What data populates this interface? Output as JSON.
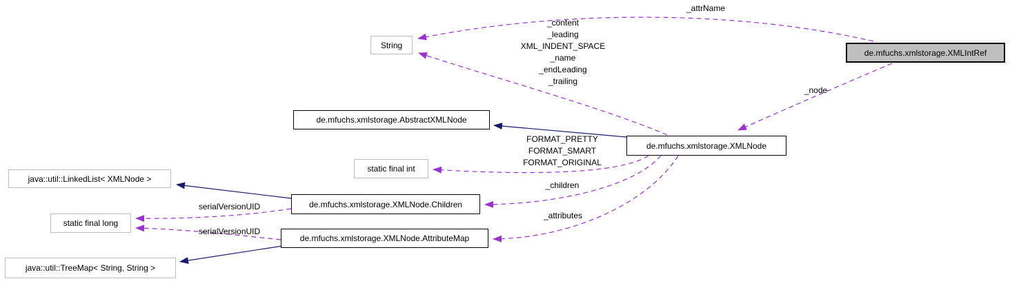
{
  "diagram": {
    "kind": "collaboration-graph",
    "colors": {
      "inheritance": "#191970",
      "usage": "#9a32cd",
      "node_border": "#000000",
      "external_border": "#bfbfbf",
      "highlight_fill": "#bfbfbf",
      "node_fill": "#ffffff",
      "text": "#000000"
    },
    "nodes": {
      "string": {
        "label": "String"
      },
      "xmlintref": {
        "label": "de.mfuchs.xmlstorage.XMLIntRef"
      },
      "abstractxmlnode": {
        "label": "de.mfuchs.xmlstorage.AbstractXMLNode"
      },
      "xmlnode": {
        "label": "de.mfuchs.xmlstorage.XMLNode"
      },
      "static_final_int": {
        "label": "static final int"
      },
      "linkedlist": {
        "label": "java::util::LinkedList< XMLNode >"
      },
      "children": {
        "label": "de.mfuchs.xmlstorage.XMLNode.Children"
      },
      "static_final_long": {
        "label": "static final long"
      },
      "attributemap": {
        "label": "de.mfuchs.xmlstorage.XMLNode.AttributeMap"
      },
      "treemap": {
        "label": "java::util::TreeMap< String, String >"
      }
    },
    "edge_labels": {
      "attr_name": "_attrName",
      "node_ref": "_node",
      "string_members": [
        "_content",
        "_leading",
        "XML_INDENT_SPACE",
        "_name",
        "_endLeading",
        "_trailing"
      ],
      "format_members": [
        "FORMAT_PRETTY",
        "FORMAT_SMART",
        "FORMAT_ORIGINAL"
      ],
      "children_ref": "_children",
      "attributes_ref": "_attributes",
      "serial_children": "serialVersionUID",
      "serial_attributemap": "serialVersionUID"
    }
  }
}
